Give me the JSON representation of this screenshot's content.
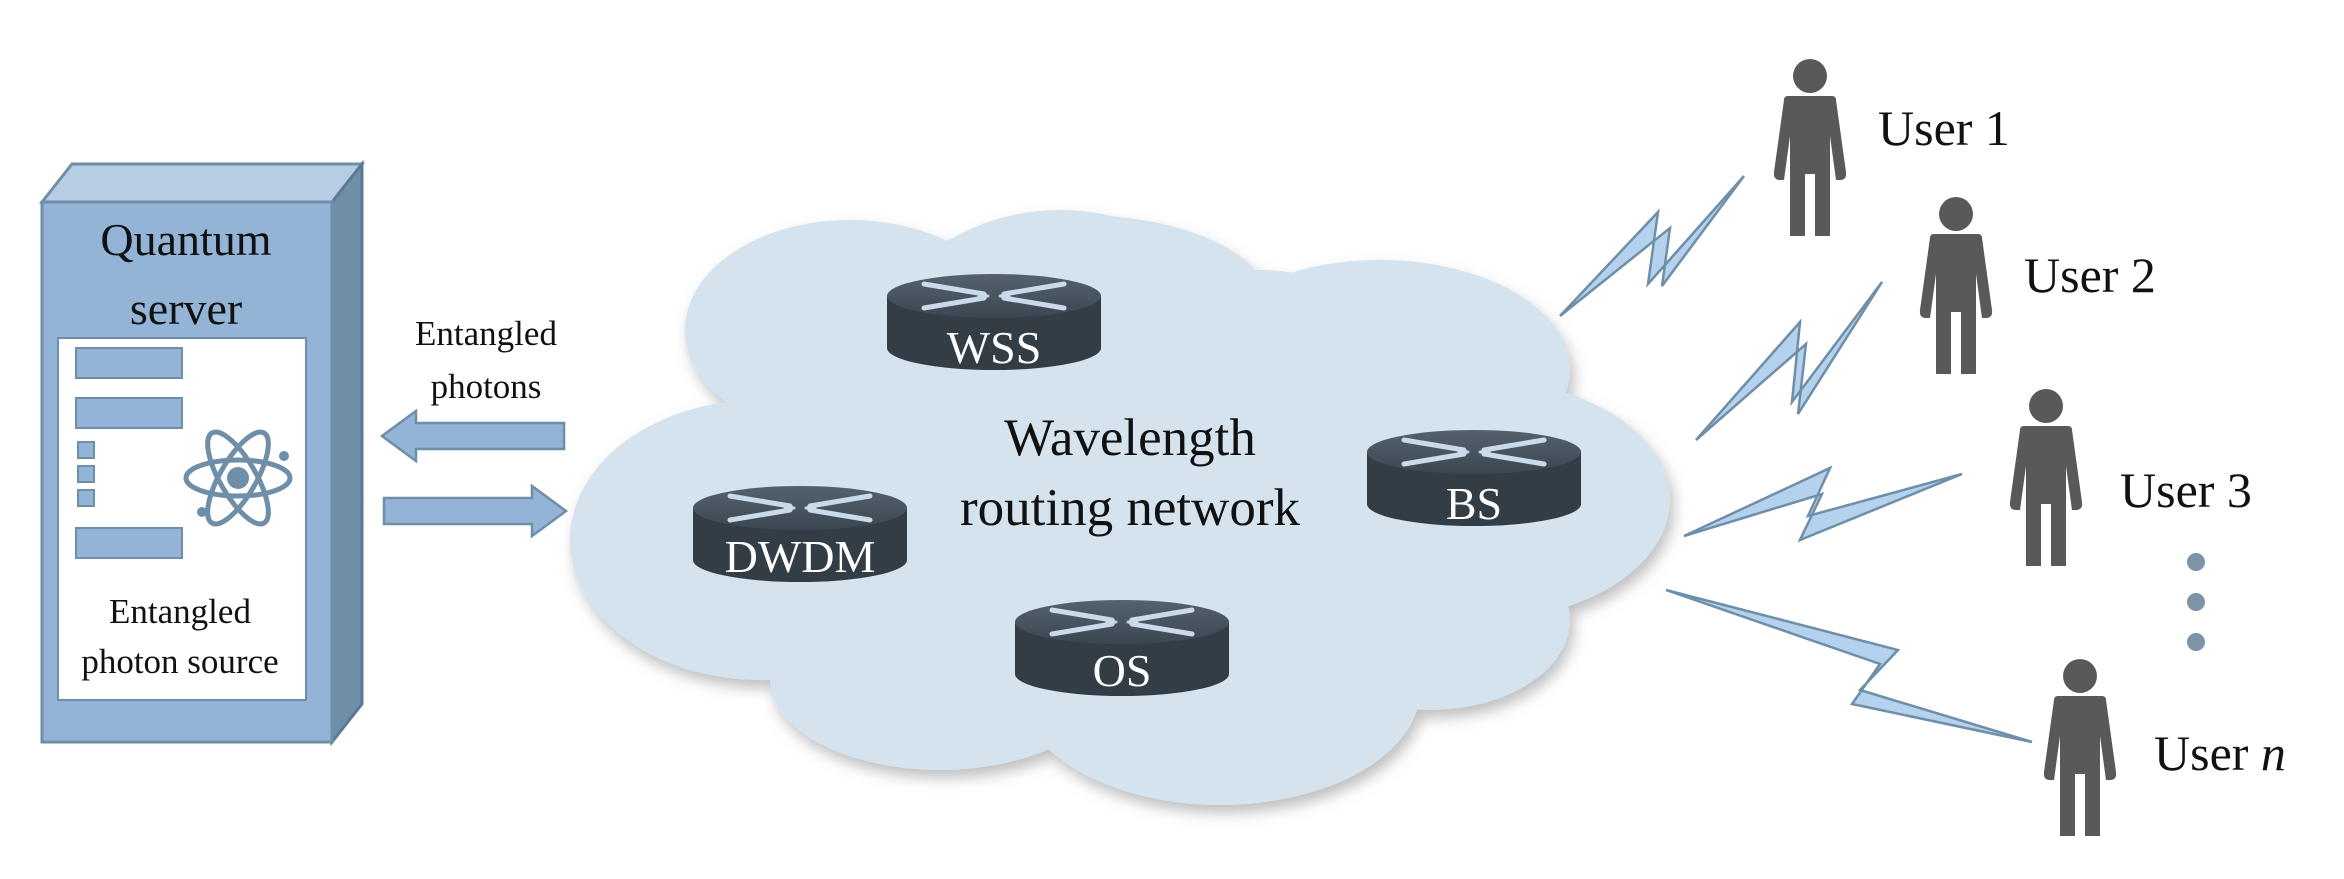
{
  "server": {
    "title_line1": "Quantum",
    "title_line2": "server",
    "source_line1": "Entangled",
    "source_line2": "photon source",
    "atom_icon": "atom-icon"
  },
  "link": {
    "label_line1": "Entangled",
    "label_line2": "photons"
  },
  "network": {
    "label_line1": "Wavelength",
    "label_line2": "routing network",
    "nodes": [
      {
        "id": "wss",
        "label": "WSS"
      },
      {
        "id": "dwdm",
        "label": "DWDM"
      },
      {
        "id": "bs",
        "label": "BS"
      },
      {
        "id": "os",
        "label": "OS"
      }
    ]
  },
  "users": [
    {
      "label": "User 1"
    },
    {
      "label": "User 2"
    },
    {
      "label": "User 3"
    },
    {
      "label_prefix": "User ",
      "label_var": "n"
    }
  ],
  "colors": {
    "server_front": "#93b4d6",
    "server_side": "#6f8ea8",
    "cloud": "#d5e3ef",
    "router": "#3b4650",
    "arrow_blue": "#a8c8e8",
    "person": "#595959"
  }
}
